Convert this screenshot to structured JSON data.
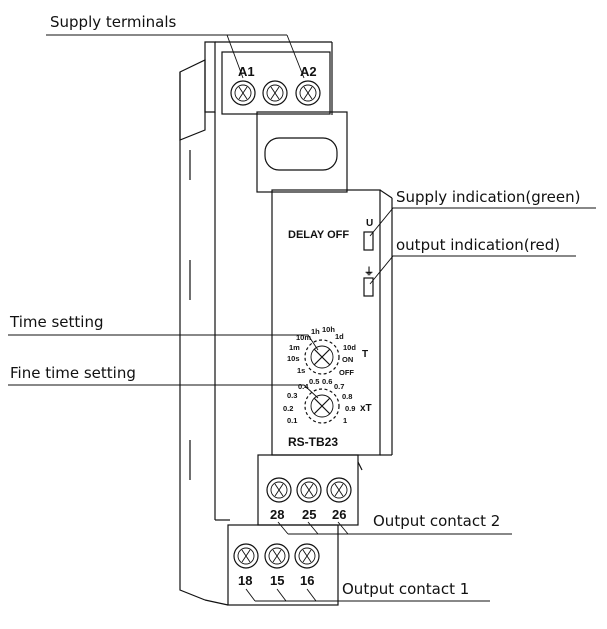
{
  "callouts": {
    "supply_terminals": "Supply terminals",
    "supply_indication": "Supply indication(green)",
    "output_indication": "output indication(red)",
    "time_setting": "Time setting",
    "fine_time_setting": "Fine time setting",
    "output_contact_2": "Output contact 2",
    "output_contact_1": "Output contact 1"
  },
  "device": {
    "mode_label": "DELAY OFF",
    "model": "RS-TB23",
    "led_supply_symbol": "U",
    "led_output_symbol": "⏚",
    "top_terminals": [
      "A1",
      "A2"
    ],
    "middle_terminals": [
      "28",
      "25",
      "26"
    ],
    "bottom_terminals": [
      "18",
      "15",
      "16"
    ],
    "time_dial": {
      "label": "T",
      "ticks": [
        "1s",
        "10s",
        "1m",
        "10m",
        "1h",
        "10h",
        "1d",
        "10d",
        "ON",
        "OFF"
      ]
    },
    "fine_dial": {
      "label": "xT",
      "ticks": [
        "0.1",
        "0.2",
        "0.3",
        "0.4",
        "0.5",
        "0.6",
        "0.7",
        "0.8",
        "0.9",
        "1"
      ]
    }
  }
}
